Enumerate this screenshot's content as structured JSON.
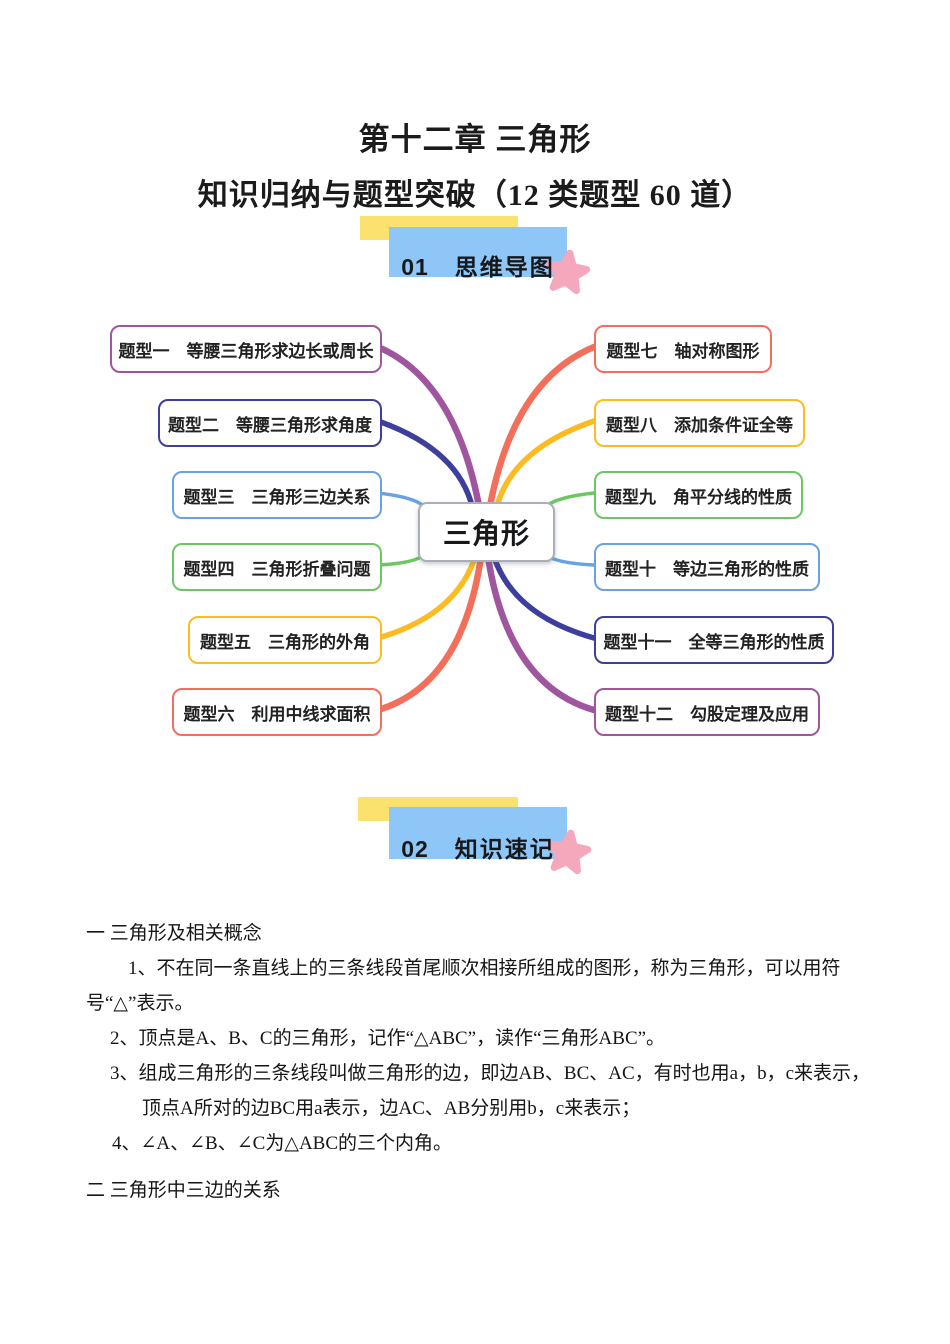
{
  "document": {
    "title": "第十二章 三角形",
    "subtitle": "知识归纳与题型突破（12 类题型 60 道）"
  },
  "sections": {
    "s1": {
      "number": "01",
      "title": "思维导图"
    },
    "s2": {
      "number": "02",
      "title": "知识速记"
    }
  },
  "mindmap": {
    "center": {
      "label": "三角形",
      "border_color": "#a9aeb8"
    },
    "nodes": [
      {
        "label": "题型一　等腰三角形求边长或周长",
        "color": "#a0559f"
      },
      {
        "label": "题型二　等腰三角形求角度",
        "color": "#3e3e9d"
      },
      {
        "label": "题型三　三角形三边关系",
        "color": "#69a2e2"
      },
      {
        "label": "题型四　三角形折叠问题",
        "color": "#6cc763"
      },
      {
        "label": "题型五　三角形的外角",
        "color": "#fbbb21"
      },
      {
        "label": "题型六　利用中线求面积",
        "color": "#f2705b"
      },
      {
        "label": "题型七　轴对称图形",
        "color": "#f2705b"
      },
      {
        "label": "题型八　添加条件证全等",
        "color": "#fbbb21"
      },
      {
        "label": "题型九　角平分线的性质",
        "color": "#6cc763"
      },
      {
        "label": "题型十　等边三角形的性质",
        "color": "#69a2e2"
      },
      {
        "label": "题型十一　全等三角形的性质",
        "color": "#3e3e9d"
      },
      {
        "label": "题型十二　勾股定理及应用",
        "color": "#a0559f"
      }
    ]
  },
  "knowledge": {
    "heading_1": "一 三角形及相关概念",
    "item_1": "1、不在同一条直线上的三条线段首尾顺次相接所组成的图形，称为三角形，可以用符号“△”表示。",
    "item_2": "2、顶点是A、B、C的三角形，记作“△ABC”，读作“三角形ABC”。",
    "item_3": "3、组成三角形的三条线段叫做三角形的边，即边AB、BC、AC，有时也用a，b，c来表示，顶点A所对的边BC用a表示，边AC、AB分别用b，c来表示；",
    "item_4": "4、∠A、∠B、∠C为△ABC的三个内角。",
    "heading_2": "二 三角形中三边的关系"
  },
  "colors": {
    "banner_yellow": "#fbe26e",
    "banner_blue": "#8ec6f7",
    "star_pink": "#f5a8bc",
    "center_border_gray": "#a9aeb8"
  }
}
